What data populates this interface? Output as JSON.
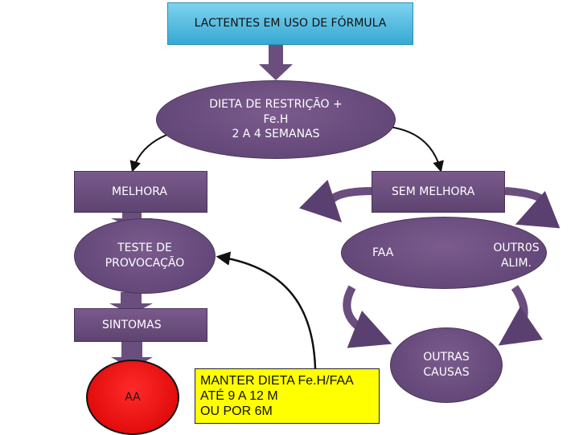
{
  "title": "LACTENTES EM USO DE FÓRMULA",
  "nodes": {
    "dieta": "DIETA DE RESTRIÇÃO +\nFe.H\n2 A 4 SEMANAS",
    "melhora": "MELHORA",
    "sem_melhora": "SEM MELHORA",
    "teste": "TESTE DE\nPROVOCAÇÃO",
    "faa": "FAA",
    "outros_alim": "OUTR0S\nALIM.",
    "sintomas": "SINTOMAS",
    "aa": "AA",
    "manter": "MANTER DIETA Fe.H/FAA\nATÉ 9 A 12 M\nOU POR 6M",
    "outras_causas": "OUTRAS\nCAUSAS"
  },
  "colors": {
    "purple": "#6a4e7e",
    "title_blue": "#4bb8e0",
    "red": "#ff0000",
    "yellow": "#ffff00",
    "arrow": "#111111"
  }
}
